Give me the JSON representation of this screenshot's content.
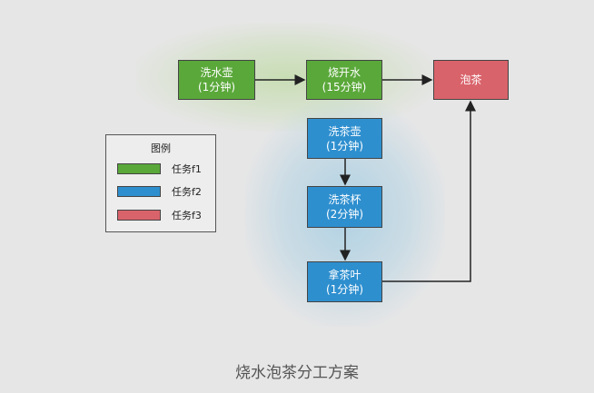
{
  "nodes": {
    "wash_kettle": {
      "line1": "洗水壶",
      "line2": "(1分钟)",
      "color": "#5aa83a"
    },
    "boil_water": {
      "line1": "烧开水",
      "line2": "(15分钟)",
      "color": "#5aa83a"
    },
    "make_tea": {
      "line1": "泡茶",
      "color": "#d9636b"
    },
    "wash_teapot": {
      "line1": "洗茶壶",
      "line2": "(1分钟)",
      "color": "#2e8fcf"
    },
    "wash_cups": {
      "line1": "洗茶杯",
      "line2": "(2分钟)",
      "color": "#2e8fcf"
    },
    "get_tea_leaves": {
      "line1": "拿茶叶",
      "line2": "(1分钟)",
      "color": "#2e8fcf"
    }
  },
  "legend": {
    "title": "图例",
    "items": [
      {
        "label": "任务f1",
        "color": "#5aa83a"
      },
      {
        "label": "任务f2",
        "color": "#2e8fcf"
      },
      {
        "label": "任务f3",
        "color": "#d9636b"
      }
    ]
  },
  "caption": "烧水泡茶分工方案"
}
